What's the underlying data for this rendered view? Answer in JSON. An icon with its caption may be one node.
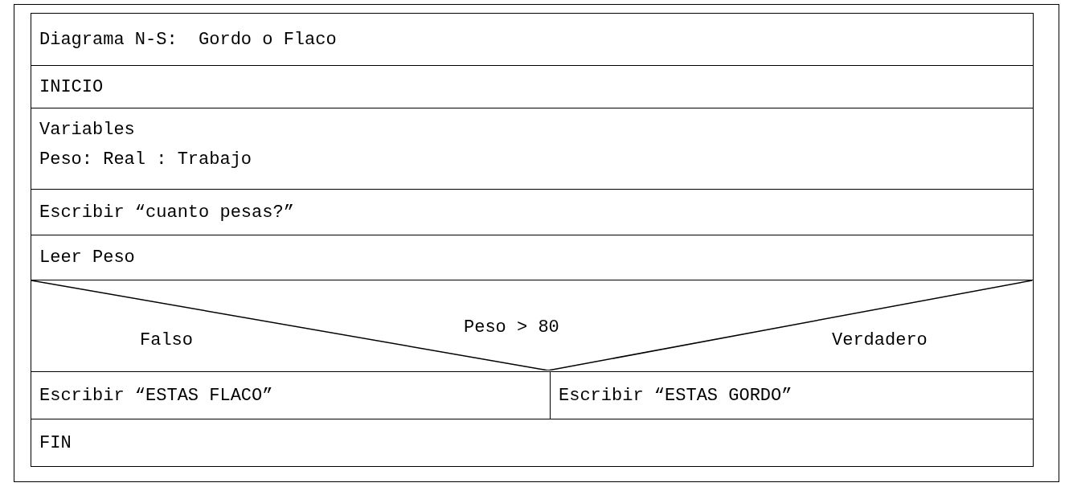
{
  "diagram": {
    "nodes": [
      {
        "text": [
          "Diagrama N-S:  Gordo o Flaco"
        ]
      },
      {
        "text": [
          "INICIO"
        ]
      },
      {
        "text": [
          "Variables",
          "Peso: Real : Trabajo"
        ]
      },
      {
        "text": [
          "Escribir “cuanto pesas?”"
        ]
      },
      {
        "text": [
          "Leer Peso"
        ]
      },
      {
        "text": [
          "Falso",
          "Peso > 80",
          "Verdadero"
        ]
      },
      {
        "text": [
          "Escribir “ESTAS FLACO”"
        ]
      },
      {
        "text": [
          "Escribir “ESTAS GORDO”"
        ]
      },
      {
        "text": [
          "FIN"
        ]
      }
    ],
    "edges": []
  }
}
